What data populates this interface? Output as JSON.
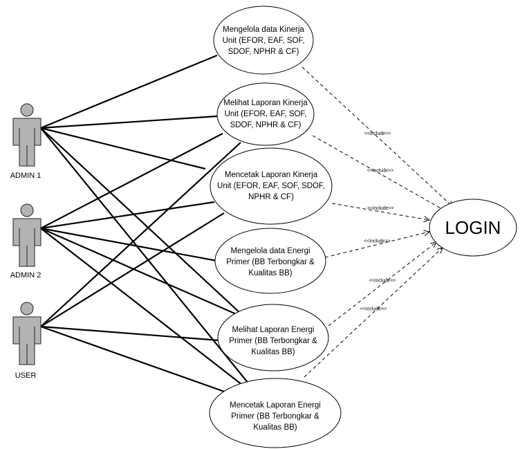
{
  "actors": [
    {
      "id": "admin1",
      "label": "ADMIN 1"
    },
    {
      "id": "admin2",
      "label": "ADMIN 2"
    },
    {
      "id": "user",
      "label": "USER"
    }
  ],
  "use_cases": [
    {
      "id": "uc1",
      "lines": [
        "Mengelola data Kinerja",
        "Unit (EFOR, EAF, SOF,",
        "SDOF, NPHR & CF)"
      ]
    },
    {
      "id": "uc2",
      "lines": [
        "Melihat Laporan Kinerja",
        "Unit (EFOR, EAF, SOF,",
        "SDOF, NPHR & CF)"
      ]
    },
    {
      "id": "uc3",
      "lines": [
        "Mencetak Laporan Kinerja",
        "Unit (EFOR, EAF, SOF, SDOF,",
        "NPHR & CF)"
      ]
    },
    {
      "id": "uc4",
      "lines": [
        "Mengelola data Energi",
        "Primer (BB Terbongkar &",
        "Kualitas BB)"
      ]
    },
    {
      "id": "uc5",
      "lines": [
        "Melihat Laporan Energi",
        "Primer (BB Terbongkar &",
        "Kualitas BB)"
      ]
    },
    {
      "id": "uc6",
      "lines": [
        "Mencetak  Laporan Energi",
        "Primer (BB Terbongkar &",
        "Kualitas BB)"
      ]
    }
  ],
  "login": {
    "label": "LOGIN"
  },
  "include_label": "<<include>>",
  "associations": [
    [
      "admin1",
      "uc1"
    ],
    [
      "admin1",
      "uc2"
    ],
    [
      "admin1",
      "uc3"
    ],
    [
      "admin1",
      "uc5"
    ],
    [
      "admin1",
      "uc6"
    ],
    [
      "admin2",
      "uc2"
    ],
    [
      "admin2",
      "uc3"
    ],
    [
      "admin2",
      "uc4"
    ],
    [
      "admin2",
      "uc5"
    ],
    [
      "admin2",
      "uc6"
    ],
    [
      "user",
      "uc2"
    ],
    [
      "user",
      "uc3"
    ],
    [
      "user",
      "uc5"
    ],
    [
      "user",
      "uc6"
    ]
  ],
  "includes": [
    "uc1",
    "uc2",
    "uc3",
    "uc4",
    "uc5",
    "uc6"
  ],
  "colors": {
    "actor_fill": "#b3b3b3",
    "line": "#000000",
    "background": "#ffffff"
  }
}
